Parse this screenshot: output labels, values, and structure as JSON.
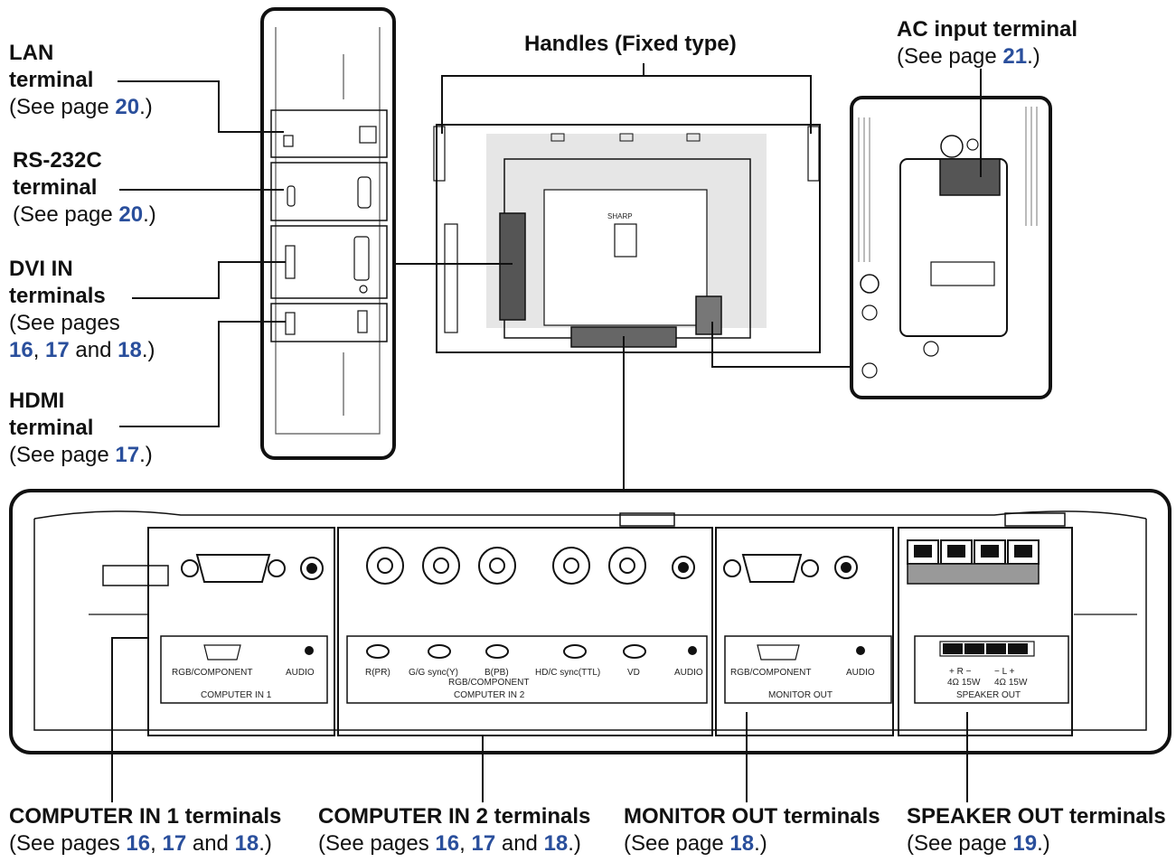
{
  "handles": {
    "title": "Handles (Fixed type)"
  },
  "ac_input": {
    "title": "AC input terminal",
    "pre": "(See page ",
    "page": "21",
    "post": ".)"
  },
  "lan": {
    "line1": "LAN",
    "line2": "terminal",
    "pre": "(See page ",
    "page": "20",
    "post": ".)"
  },
  "rs232c": {
    "line1": "RS-232C",
    "line2": "terminal",
    "pre": "(See page ",
    "page": "20",
    "post": ".)"
  },
  "dvi_in": {
    "line1": "DVI IN",
    "line2": "terminals",
    "pre": "(See pages",
    "p1": "16",
    "sep1": ", ",
    "p2": "17",
    "sep2": " and ",
    "p3": "18",
    "post": ".)"
  },
  "hdmi": {
    "line1": "HDMI",
    "line2": "terminal",
    "pre": "(See page ",
    "page": "17",
    "post": ".)"
  },
  "computer_in_1": {
    "title": "COMPUTER IN 1 terminals",
    "pre": "(See pages ",
    "p1": "16",
    "sep1": ", ",
    "p2": "17",
    "sep2": " and ",
    "p3": "18",
    "post": ".)"
  },
  "computer_in_2": {
    "title": "COMPUTER IN 2 terminals",
    "pre": "(See pages ",
    "p1": "16",
    "sep1": ", ",
    "p2": "17",
    "sep2": " and ",
    "p3": "18",
    "post": ".)"
  },
  "monitor_out": {
    "title": "MONITOR OUT terminals",
    "pre": "(See page ",
    "page": "18",
    "post": ".)"
  },
  "speaker_out": {
    "title": "SPEAKER OUT terminals",
    "pre": "(See page ",
    "page": "19",
    "post": ".)"
  },
  "panel_labels": {
    "rgb_component": "RGB/COMPONENT",
    "audio": "AUDIO",
    "computer_in_1": "COMPUTER IN 1",
    "r_pr": "R(PR)",
    "g_y": "G/G sync(Y)",
    "b_pb": "B(PB)",
    "hd_c": "HD/C sync(TTL)",
    "vd": "VD",
    "rgb_component_2": "RGB/COMPONENT",
    "computer_in_2": "COMPUTER IN 2",
    "monitor_out": "MONITOR OUT",
    "spk_r": "+ R −",
    "spk_l": "− L +",
    "spk_r_spec": "4Ω 15W",
    "spk_l_spec": "4Ω 15W",
    "speaker_out": "SPEAKER OUT",
    "brand": "SHARP"
  },
  "colors": {
    "page_ref": "#2a4f9c",
    "line": "#111111",
    "panel_fill": "#e6e6e6"
  }
}
